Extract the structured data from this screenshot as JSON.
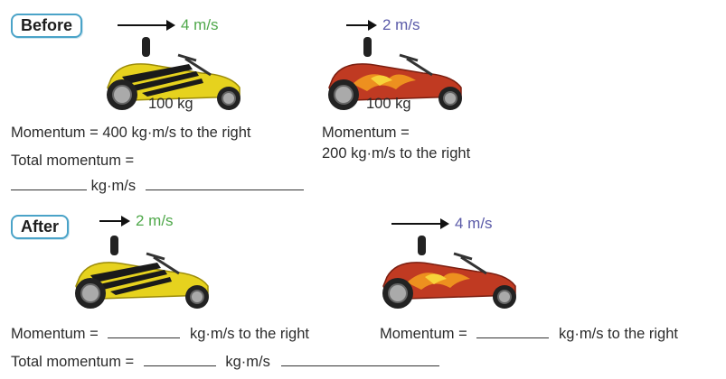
{
  "before": {
    "tag": "Before",
    "cart1": {
      "speed": "4 m/s",
      "mass": "100 kg",
      "momentum_line": "Momentum = 400 kg·m/s to the right",
      "color": "#e6d21e"
    },
    "cart2": {
      "speed": "2 m/s",
      "mass": "100 kg",
      "momentum_line1": "Momentum =",
      "momentum_line2": "200 kg·m/s to the right",
      "color": "#c03a22"
    },
    "total_label": "Total momentum =",
    "total_unit": "kg·m/s"
  },
  "after": {
    "tag": "After",
    "cart1": {
      "speed": "2 m/s",
      "momentum_prefix": "Momentum =",
      "momentum_suffix": "kg·m/s to the right",
      "color": "#e6d21e"
    },
    "cart2": {
      "speed": "4 m/s",
      "momentum_prefix": "Momentum =",
      "momentum_suffix": "kg·m/s to the right",
      "color": "#c03a22"
    },
    "total_label": "Total momentum =",
    "total_unit": "kg·m/s"
  },
  "colors": {
    "tag_border": "#4aa3c8",
    "speed_green": "#4fa84a",
    "speed_purple": "#5a5aa8"
  }
}
